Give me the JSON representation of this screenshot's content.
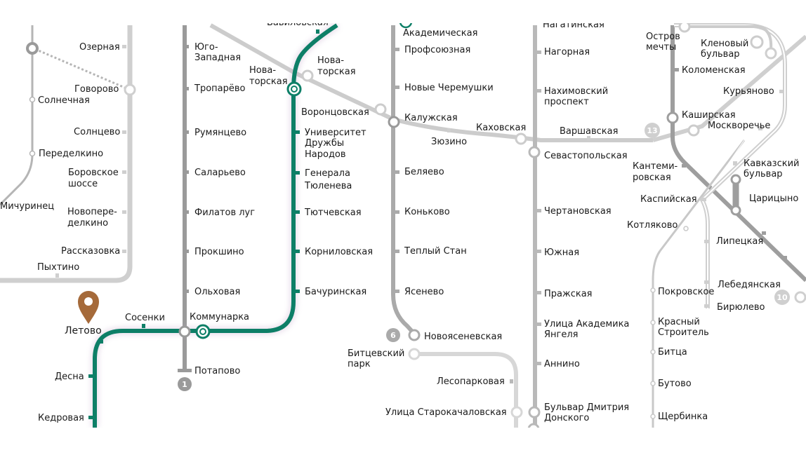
{
  "map": {
    "colors": {
      "sokolnicheskaya": "#9a9a9a",
      "kaluzhsko_rizhskaya": "#aaaaaa",
      "serpukhovskaya": "#b9b9b9",
      "kakhovskaya": "#c4c4c4",
      "troitskaya": "#0d7f67",
      "pin": "#a56a3a"
    },
    "line_badges": {
      "sokolnicheskaya": "1",
      "kaluzhsko_rizhskaya": "6",
      "lyublinskaya": "10",
      "monorail": "13"
    },
    "poi": {
      "label": "Летово",
      "icon": "map-pin-icon"
    },
    "stations": {
      "vavilovskaya": "Вавиловская",
      "akademicheskaya": "Академическая",
      "nagatinskaya": "Нагатинская",
      "ozernaya": "Озерная",
      "govorovo": "Говорово",
      "solnechnaya": "Солнечная",
      "solntsevo": "Солнцево",
      "peredelkino": "Переделкино",
      "borovskoe_1": "Боровское",
      "borovskoe_2": "шоссе",
      "michurinets": "Мичуринец",
      "novoperedelkino_1": "Новопере-",
      "novoperedelkino_2": "делкино",
      "rasskazovka": "Рассказовка",
      "pykhtino": "Пыхтино",
      "yugo_zapadnaya_1": "Юго-",
      "yugo_zapadnaya_2": "Западная",
      "troparevo": "Тропарёво",
      "rumyantsevo": "Румянцево",
      "salarevo": "Саларьево",
      "filatov_lug": "Филатов луг",
      "prokshino": "Прокшино",
      "olkhovaya": "Ольховая",
      "kommunarka": "Коммунарка",
      "potapovo": "Потапово",
      "sosenki": "Сосенки",
      "desna": "Десна",
      "kedrovaya": "Кедровая",
      "novatorskaya_left_1": "Нова-",
      "novatorskaya_left_2": "торская",
      "novatorskaya_right_1": "Нова-",
      "novatorskaya_right_2": "торская",
      "vorontsovskaya": "Воронцовская",
      "universitet_1": "Университет",
      "universitet_2": "Дружбы",
      "universitet_3": "Народов",
      "generala_1": "Генерала",
      "generala_2": "Тюленева",
      "tyutchevskaya": "Тютчевская",
      "kornilovskaya": "Корниловская",
      "bachurinskaya": "Бачуринская",
      "profsoyuznaya": "Профсоюзная",
      "novye_cheryomushki": "Новые Черемушки",
      "kaluzhskaya": "Калужская",
      "zyuzino": "Зюзино",
      "belyaevo": "Беляево",
      "konkovo": "Коньково",
      "teply_stan": "Теплый Стан",
      "yasenevo": "Ясенево",
      "novoyasenevskaya": "Новоясеневская",
      "bitsevsky_1": "Битцевский",
      "bitsevsky_2": "парк",
      "lesoparkovaya": "Лесопарковая",
      "starokachalovskaya": "Улица Старокачаловская",
      "nagornaya": "Нагорная",
      "nakhimovsky_1": "Нахимовский",
      "nakhimovsky_2": "проспект",
      "kakhovskaya": "Каховская",
      "varshavskaya": "Варшавская",
      "sevastopolskaya": "Севастопольская",
      "chertanovskaya": "Чертановская",
      "yuzhnaya": "Южная",
      "prazhskaya": "Пражская",
      "yangelya_1": "Улица Академика",
      "yangelya_2": "Янгеля",
      "annino": "Аннино",
      "dmitriya_1": "Бульвар Дмитрия",
      "dmitriya_2": "Донского",
      "ostrov_1": "Остров",
      "ostrov_2": "мечты",
      "klenovy_1": "Кленовый",
      "klenovy_2": "бульвар",
      "kolomenskaya": "Коломенская",
      "kuryanovo": "Курьяново",
      "kashirskaya": "Каширская",
      "moskvorechye": "Москворечье",
      "kantemirovskaya_1": "Кантеми-",
      "kantemirovskaya_2": "ровская",
      "kavkazsky_1": "Кавказский",
      "kavkazsky_2": "бульвар",
      "tsaritsyno": "Царицыно",
      "kaspiyskaya": "Каспийская",
      "kotlyakovo": "Котляково",
      "lipetskaya": "Липецкая",
      "lebedyanskaya": "Лебедянская",
      "pokrovskoe": "Покровское",
      "biryulevo": "Бирюлево",
      "krasny_1": "Красный",
      "krasny_2": "Строитель",
      "bittsa": "Битца",
      "butovo": "Бутово",
      "shcherbinka": "Щербинка"
    }
  }
}
